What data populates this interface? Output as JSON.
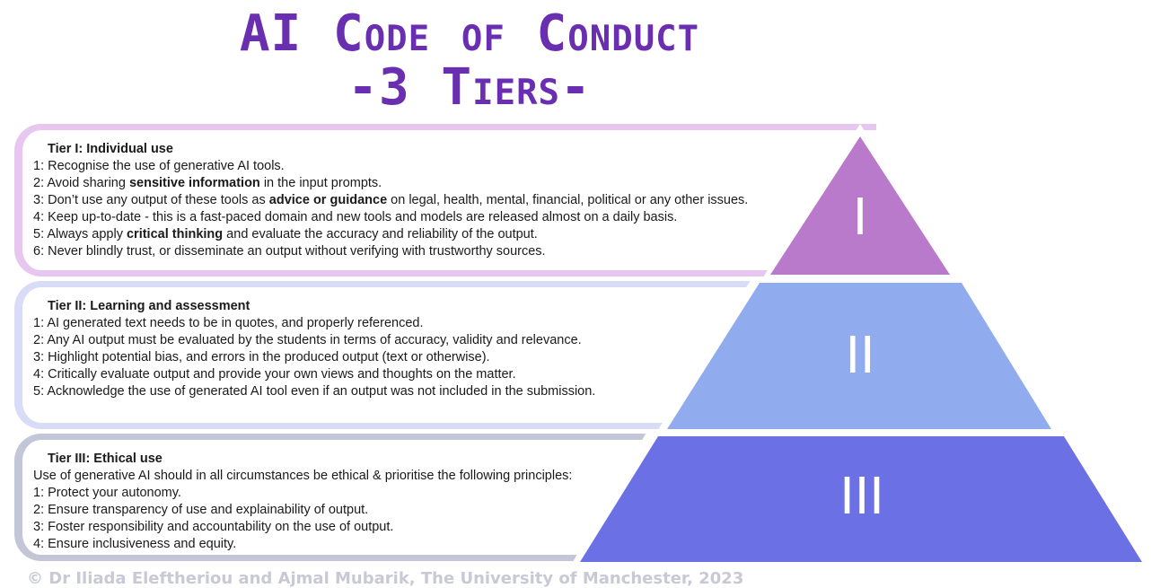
{
  "title": {
    "line1": "AI Code of Conduct",
    "line2": "-3 Tiers-"
  },
  "tiers": [
    {
      "heading": "Tier I: Individual use",
      "roman": "I",
      "color": "#b97acb",
      "items": [
        {
          "pre": "1: Recognise the use of generative AI tools.",
          "bold": "",
          "post": ""
        },
        {
          "pre": "2: Avoid sharing ",
          "bold": "sensitive information",
          "post": " in the input prompts."
        },
        {
          "pre": "3: Don’t use any output of these tools as ",
          "bold": "advice or guidance",
          "post": " on legal, health, mental, financial, political or any other issues."
        },
        {
          "pre": "4: Keep up-to-date - this is a fast-paced domain and new tools and models are released almost on a daily basis.",
          "bold": "",
          "post": ""
        },
        {
          "pre": "5: Always apply ",
          "bold": "critical thinking",
          "post": " and evaluate the accuracy and reliability of the output."
        },
        {
          "pre": "6: Never blindly trust, or disseminate an output without verifying with trustworthy sources.",
          "bold": "",
          "post": ""
        }
      ]
    },
    {
      "heading": "Tier II: Learning and assessment",
      "roman": "II",
      "color": "#90acee",
      "items": [
        {
          "pre": "1: AI generated text needs to be in quotes, and properly referenced.",
          "bold": "",
          "post": ""
        },
        {
          "pre": "2: Any AI output must be evaluated by the students in terms of accuracy, validity and relevance.",
          "bold": "",
          "post": ""
        },
        {
          "pre": "3: Highlight potential bias, and errors in the produced output (text or otherwise).",
          "bold": "",
          "post": ""
        },
        {
          "pre": "4: Critically evaluate output and provide your own views and thoughts on the matter.",
          "bold": "",
          "post": ""
        },
        {
          "pre": "5: Acknowledge the use of generated AI tool even if an output was not included in the submission.",
          "bold": "",
          "post": ""
        }
      ]
    },
    {
      "heading": "Tier III: Ethical use",
      "roman": "III",
      "color": "#6b70e4",
      "items": [
        {
          "pre": "Use of generative AI should in all circumstances be ethical & prioritise the following principles:",
          "bold": "",
          "post": ""
        },
        {
          "pre": "1: Protect your autonomy.",
          "bold": "",
          "post": ""
        },
        {
          "pre": "2: Ensure transparency of use and explainability of output.",
          "bold": "",
          "post": ""
        },
        {
          "pre": "3: Foster responsibility and accountability on the use of output.",
          "bold": "",
          "post": ""
        },
        {
          "pre": "4: Ensure inclusiveness and equity.",
          "bold": "",
          "post": ""
        }
      ]
    }
  ],
  "copyright": "© Dr Iliada Eleftheriou and Ajmal Mubarik, The University of Manchester, 2023"
}
